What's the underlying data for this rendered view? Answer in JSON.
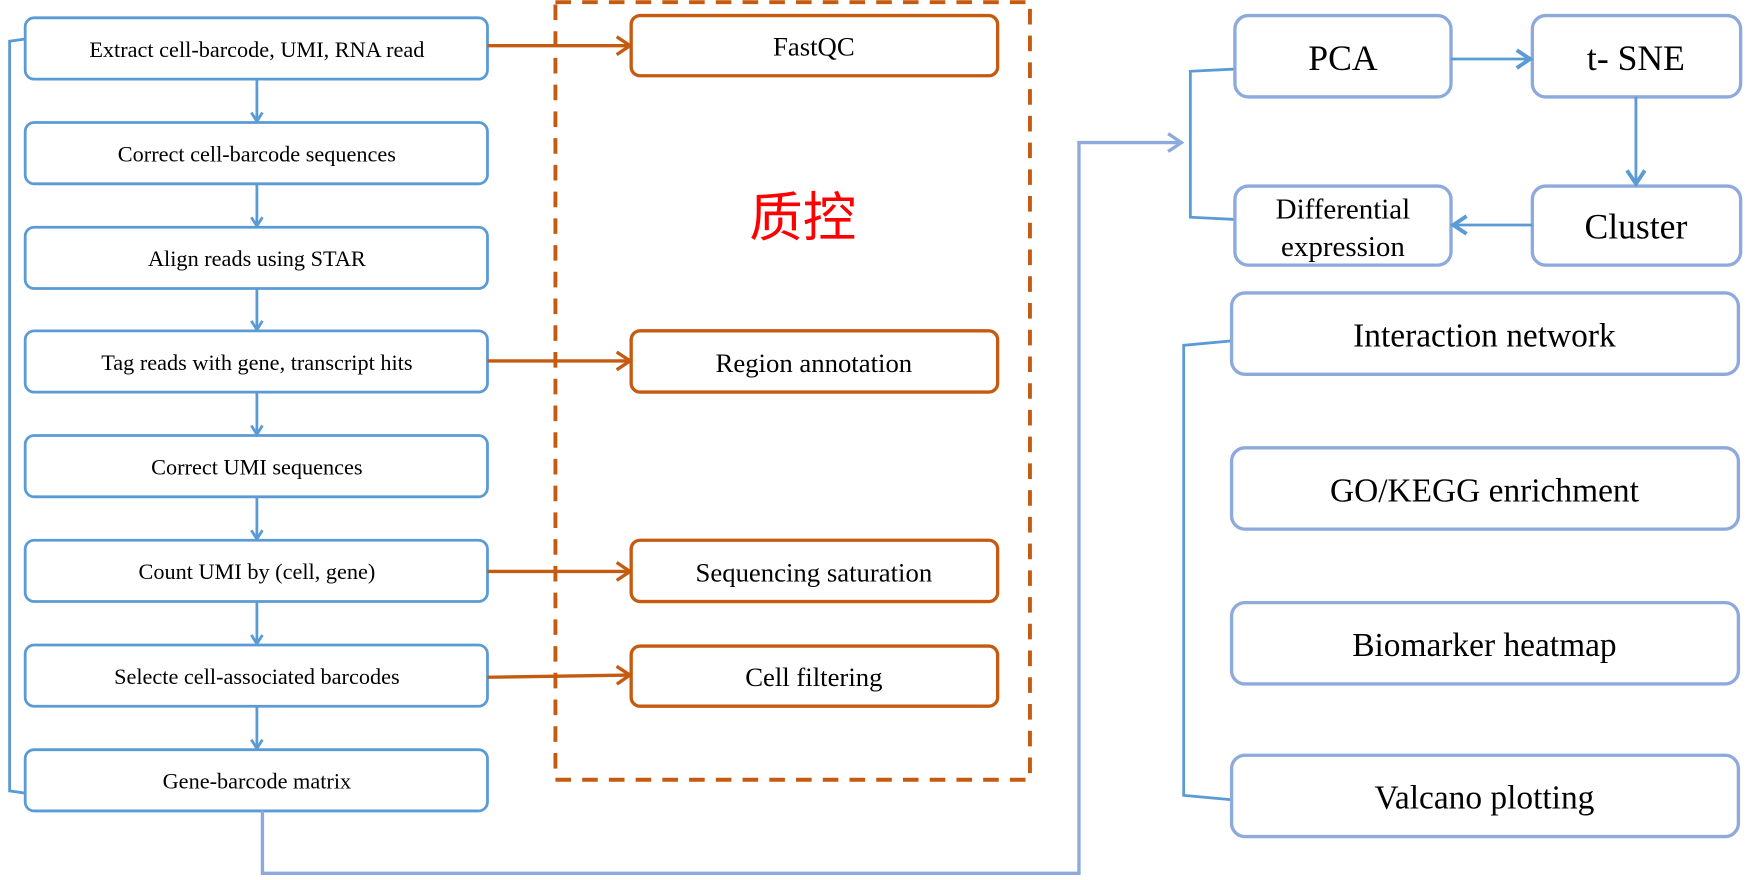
{
  "pipeline_steps": [
    "Extract cell-barcode, UMI, RNA read",
    "Correct cell-barcode sequences",
    "Align reads using STAR",
    "Tag reads with gene, transcript hits",
    "Correct UMI sequences",
    "Count UMI by (cell, gene)",
    "Selecte cell-associated barcodes",
    "Gene-barcode matrix"
  ],
  "qc": {
    "title": "质控",
    "steps": [
      "FastQC",
      "Region annotation",
      "Sequencing saturation",
      "Cell filtering"
    ]
  },
  "analysis": {
    "pca": "PCA",
    "tsne": "t- SNE",
    "cluster": "Cluster",
    "diff_line1": "Differential",
    "diff_line2": "expression"
  },
  "downstream": [
    "Interaction network",
    "GO/KEGG enrichment",
    "Biomarker heatmap",
    "Valcano plotting"
  ],
  "colors": {
    "blue": "#5B9BD5",
    "light_blue": "#8EA9DB",
    "orange": "#C55A11",
    "red": "#FF0000"
  }
}
